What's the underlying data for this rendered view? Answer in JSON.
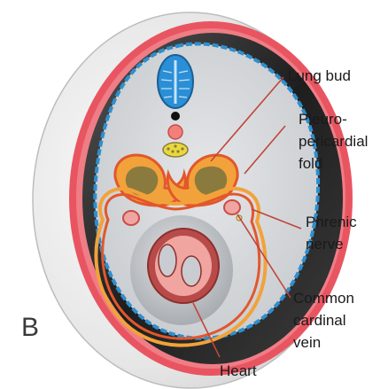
{
  "panel_letter": "B",
  "labels": {
    "lung_bud": [
      "Lung bud"
    ],
    "pleuropericardial_fold": [
      "Pleuro-",
      "pericardial",
      "fold"
    ],
    "phrenic_nerve": [
      "Phrenic",
      "nerve"
    ],
    "common_cardinal_vein": [
      "Common",
      "cardinal",
      "vein"
    ],
    "heart": [
      "Heart"
    ]
  },
  "colors": {
    "body_wall": "#e85561",
    "body_wall_dark": "#c8343f",
    "outer_shell": "#ececec",
    "shadow_band": "#2b2b2b",
    "cavity": "#d7d9dc",
    "blue_lining": "#2d8fd0",
    "neural_tube": "#2a8fd6",
    "fold_orange": "#f2a23a",
    "fold_red": "#e2572c",
    "lung_bud": "#8a7a3d",
    "heart_red": "#b84b4a",
    "heart_pink": "#f0a5a0",
    "pointer_line": "#c0453a"
  }
}
